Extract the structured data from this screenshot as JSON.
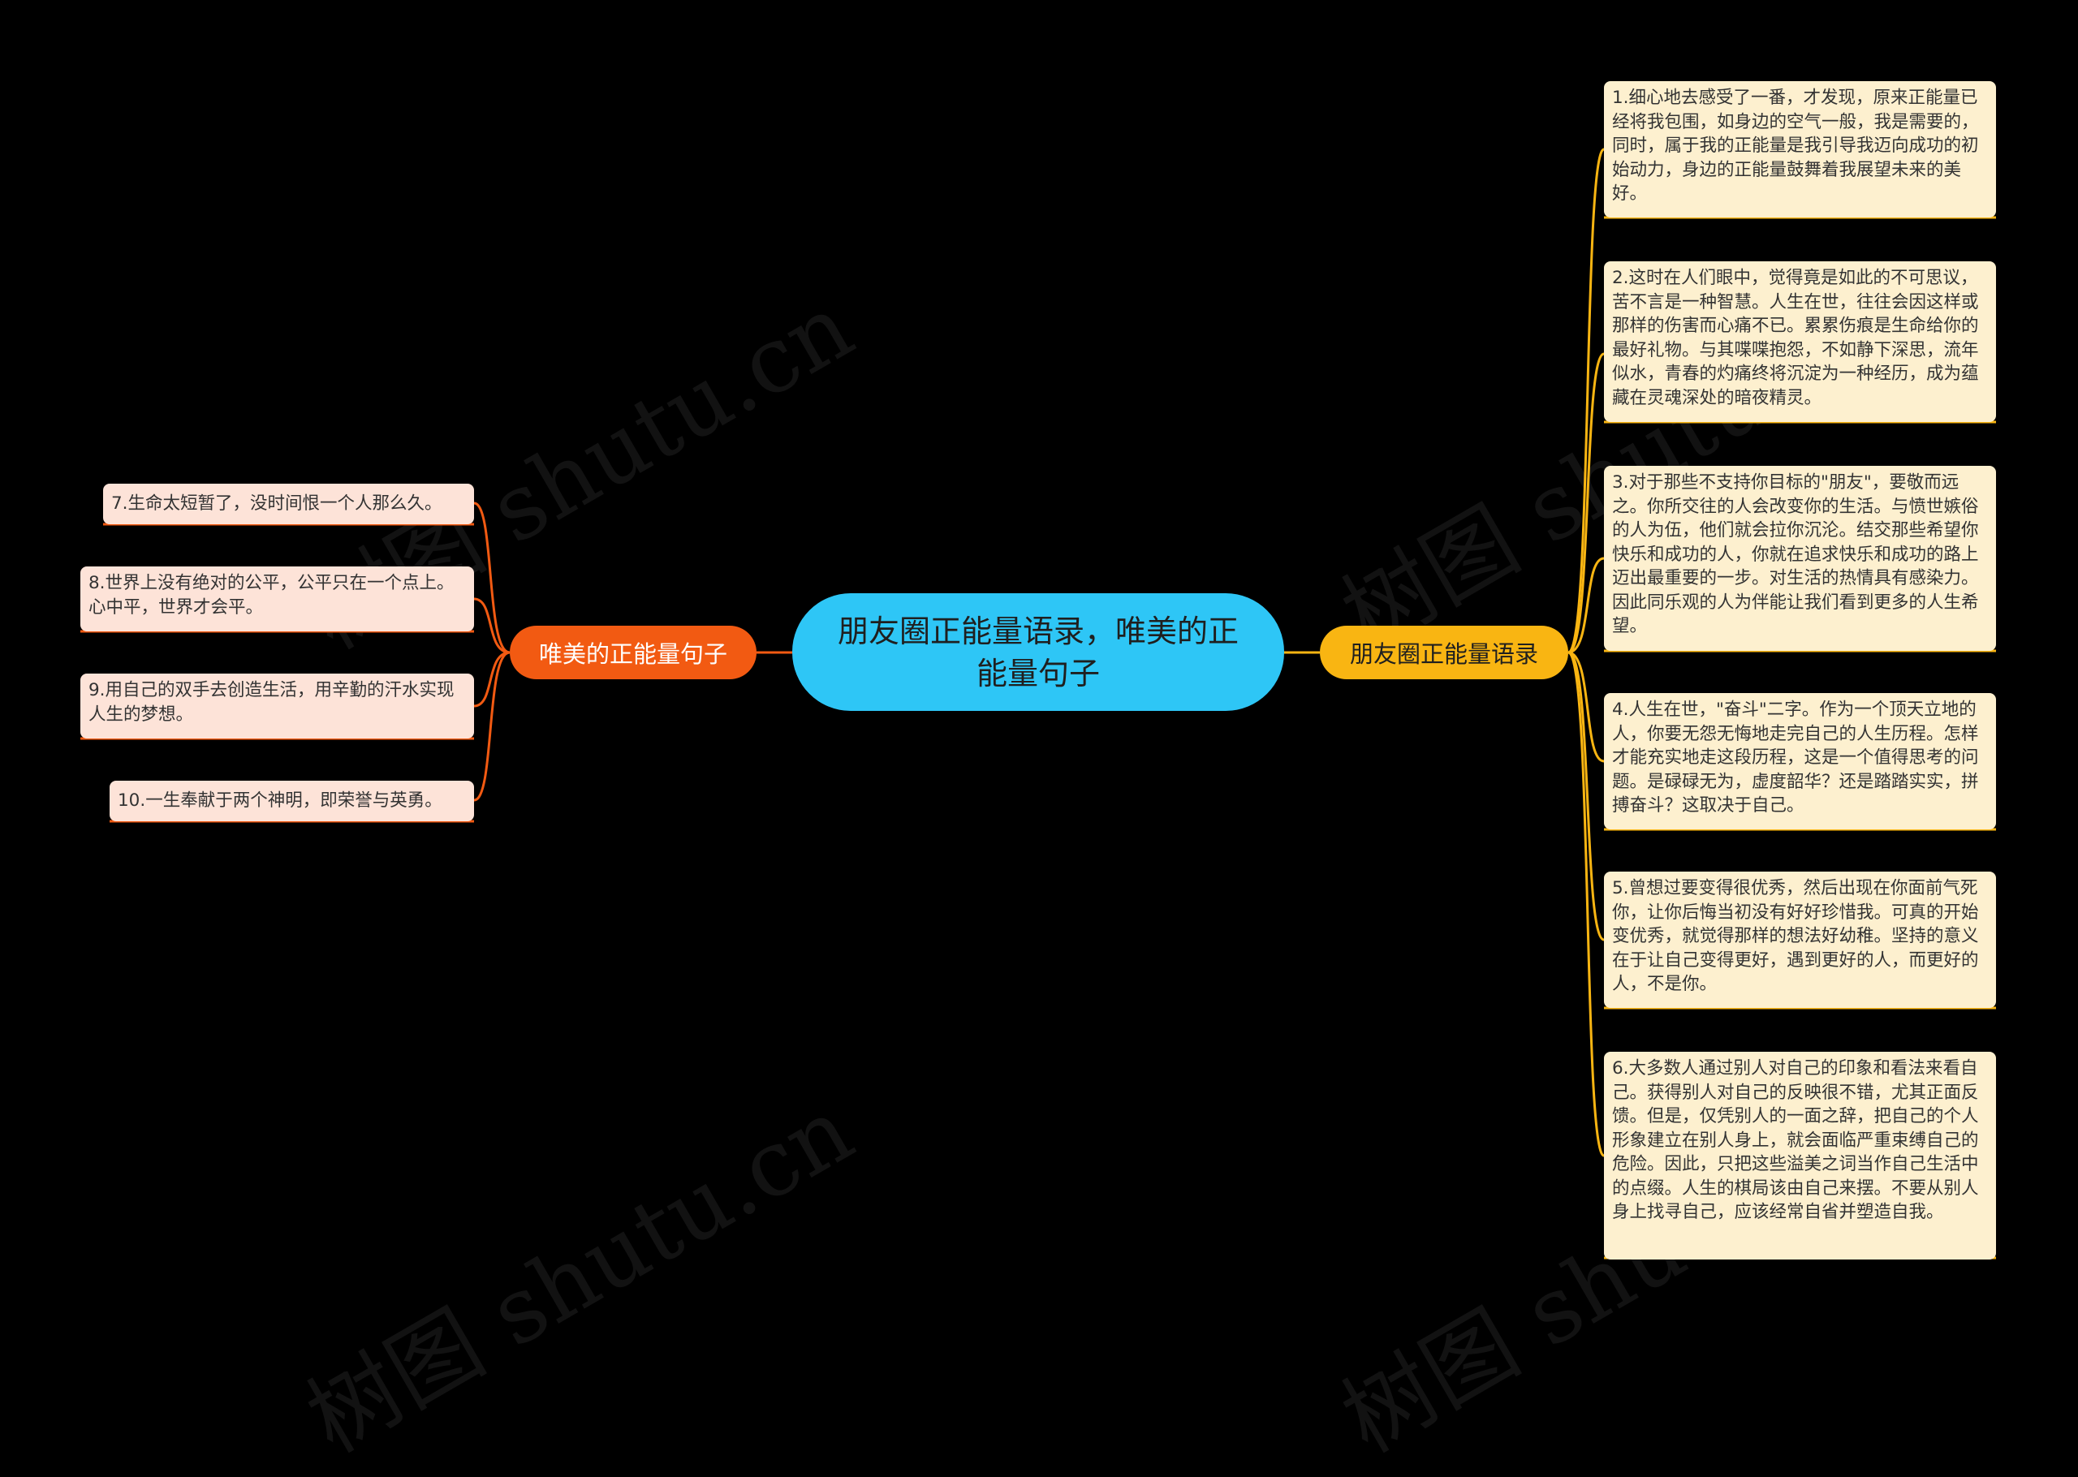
{
  "colors": {
    "background": "#000000",
    "center_fill": "#2ec6f6",
    "left_branch_fill": "#f25a12",
    "right_branch_fill": "#f9b512",
    "left_leaf_fill": "#fde3d8",
    "right_leaf_fill": "#fdf0cf",
    "left_connector": "#f25a12",
    "right_connector": "#f9b512"
  },
  "watermark": "树图 shutu.cn",
  "center": {
    "title": "朋友圈正能量语录，唯美的正能量句子"
  },
  "right_branch": {
    "label": "朋友圈正能量语录",
    "items": [
      "1.细心地去感受了一番，才发现，原来正能量已经将我包围，如身边的空气一般，我是需要的，同时，属于我的正能量是我引导我迈向成功的初始动力，身边的正能量鼓舞着我展望未来的美好。",
      "2.这时在人们眼中，觉得竟是如此的不可思议，苦不言是一种智慧。人生在世，往往会因这样或那样的伤害而心痛不已。累累伤痕是生命给你的最好礼物。与其喋喋抱怨，不如静下深思，流年似水，青春的灼痛终将沉淀为一种经历，成为蕴藏在灵魂深处的暗夜精灵。",
      "3.对于那些不支持你目标的\"朋友\"，要敬而远之。你所交往的人会改变你的生活。与愤世嫉俗的人为伍，他们就会拉你沉沦。结交那些希望你快乐和成功的人，你就在追求快乐和成功的路上迈出最重要的一步。对生活的热情具有感染力。因此同乐观的人为伴能让我们看到更多的人生希望。",
      "4.人生在世，\"奋斗\"二字。作为一个顶天立地的人，你要无怨无悔地走完自己的人生历程。怎样才能充实地走这段历程，这是一个值得思考的问题。是碌碌无为，虚度韶华？还是踏踏实实，拼搏奋斗？这取决于自己。",
      "5.曾想过要变得很优秀，然后出现在你面前气死你，让你后悔当初没有好好珍惜我。可真的开始变优秀，就觉得那样的想法好幼稚。坚持的意义在于让自己变得更好，遇到更好的人，而更好的人，不是你。",
      "6.大多数人通过别人对自己的印象和看法来看自己。获得别人对自己的反映很不错，尤其正面反馈。但是，仅凭别人的一面之辞，把自己的个人形象建立在别人身上，就会面临严重束缚自己的危险。因此，只把这些溢美之词当作自己生活中的点缀。人生的棋局该由自己来摆。不要从别人身上找寻自己，应该经常自省并塑造自我。"
    ]
  },
  "left_branch": {
    "label": "唯美的正能量句子",
    "items": [
      "7.生命太短暂了，没时间恨一个人那么久。",
      "8.世界上没有绝对的公平，公平只在一个点上。心中平，世界才会平。",
      "9.用自己的双手去创造生活，用辛勤的汗水实现人生的梦想。",
      "10.一生奉献于两个神明，即荣誉与英勇。"
    ]
  }
}
